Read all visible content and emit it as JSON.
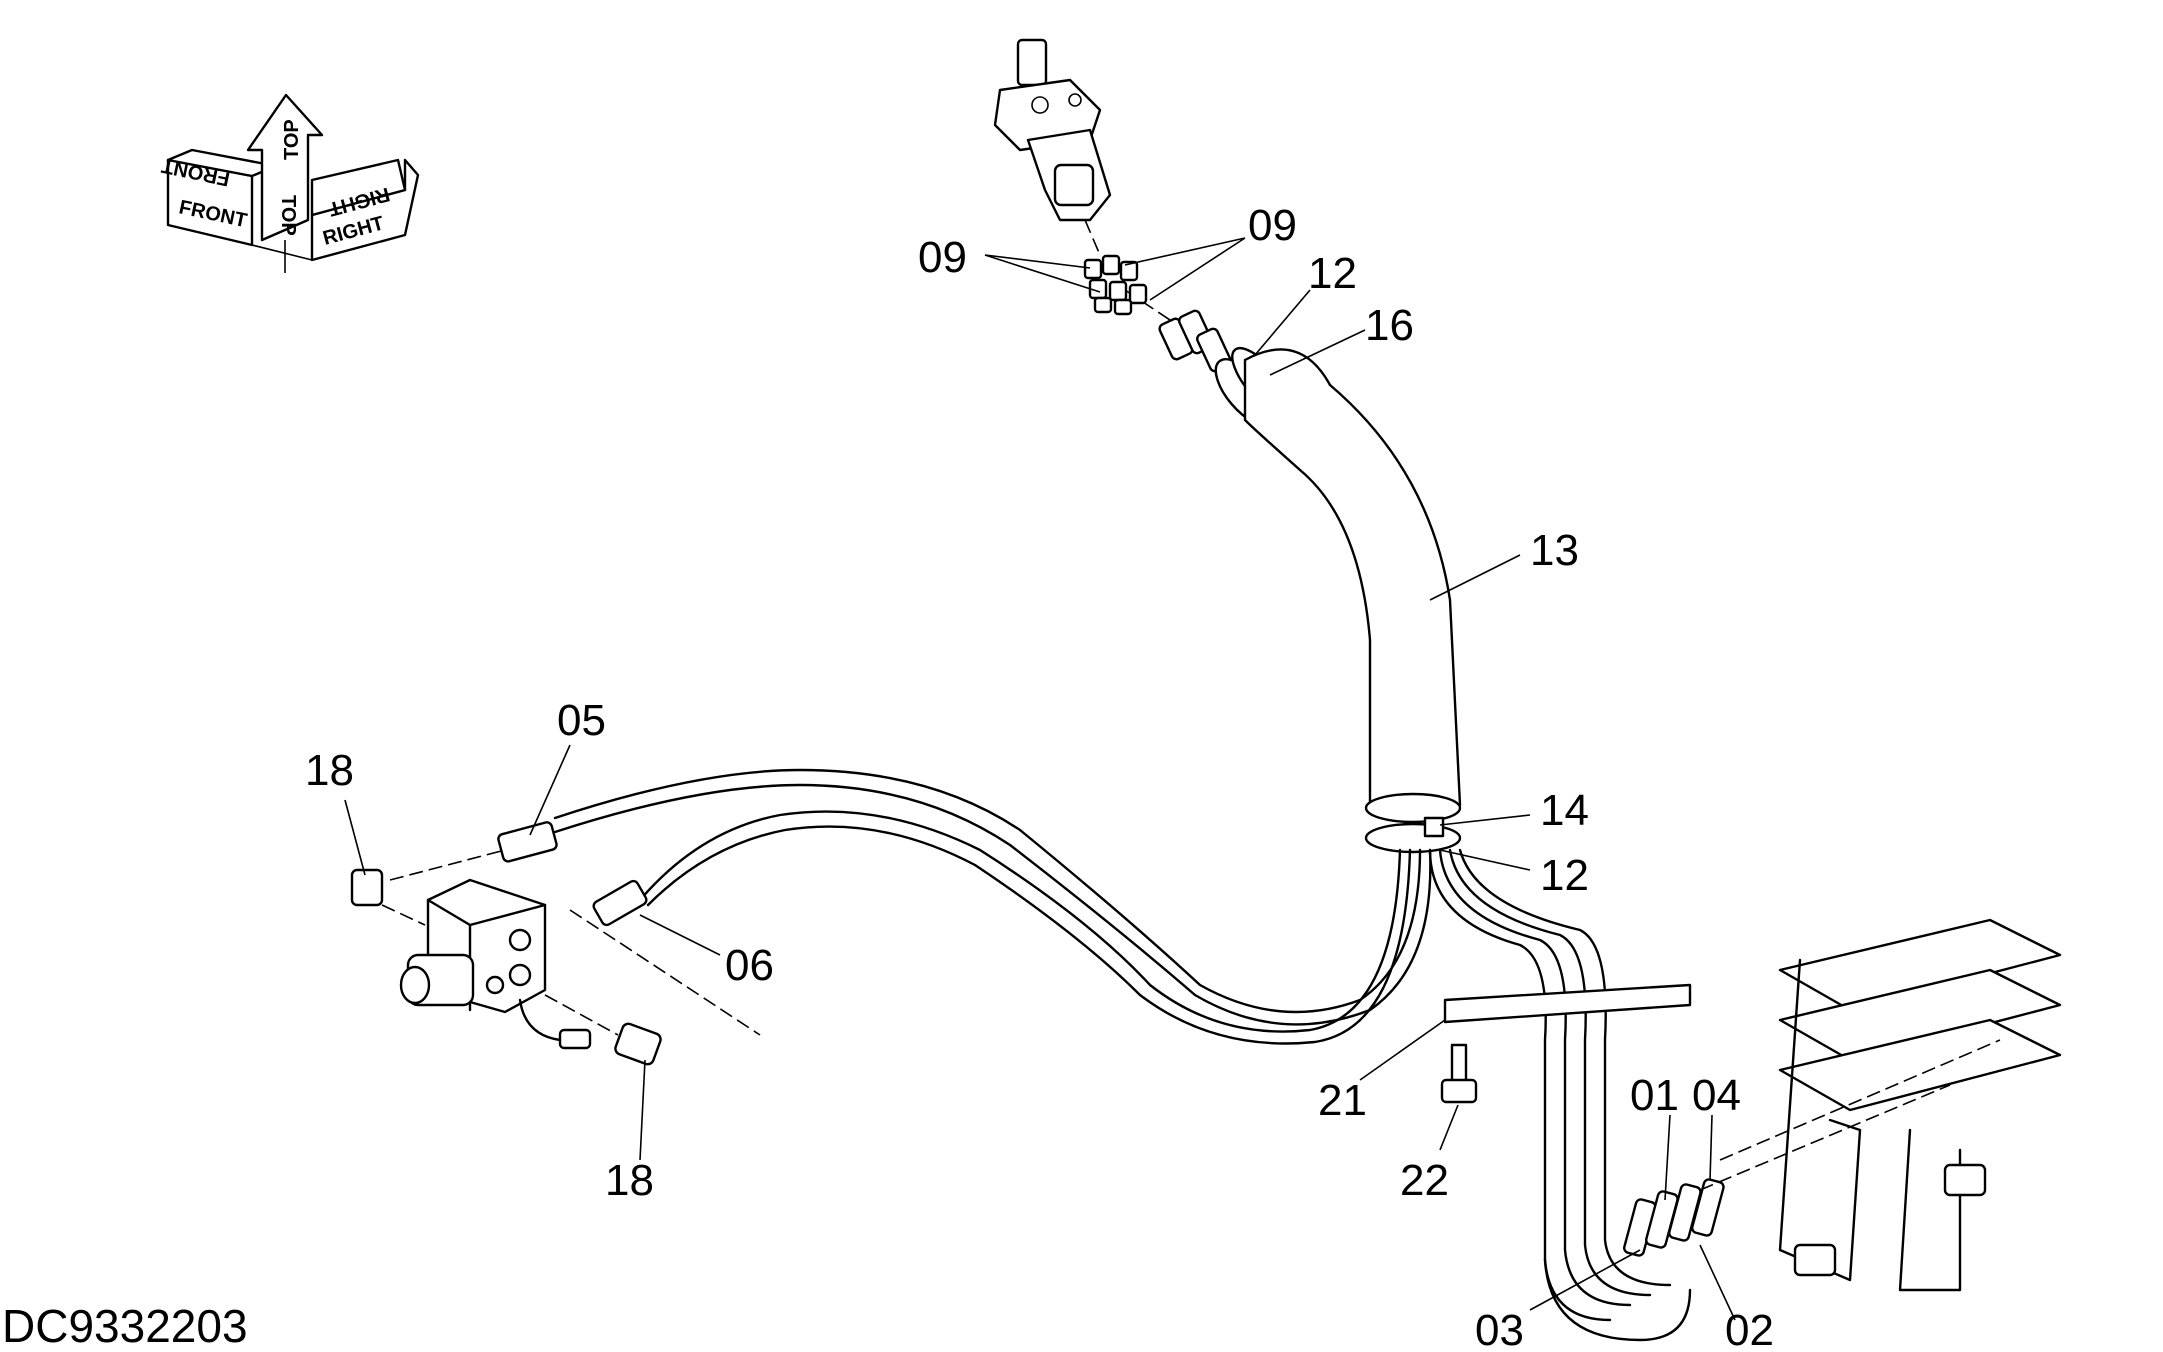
{
  "drawing_code": "DC9332203",
  "orientation": {
    "front": "FRONT",
    "top": "TOP",
    "right": "RIGHT"
  },
  "callouts": [
    "09",
    "09",
    "12",
    "16",
    "13",
    "14",
    "12",
    "05",
    "18",
    "06",
    "18",
    "21",
    "22",
    "01",
    "04",
    "03",
    "02"
  ]
}
